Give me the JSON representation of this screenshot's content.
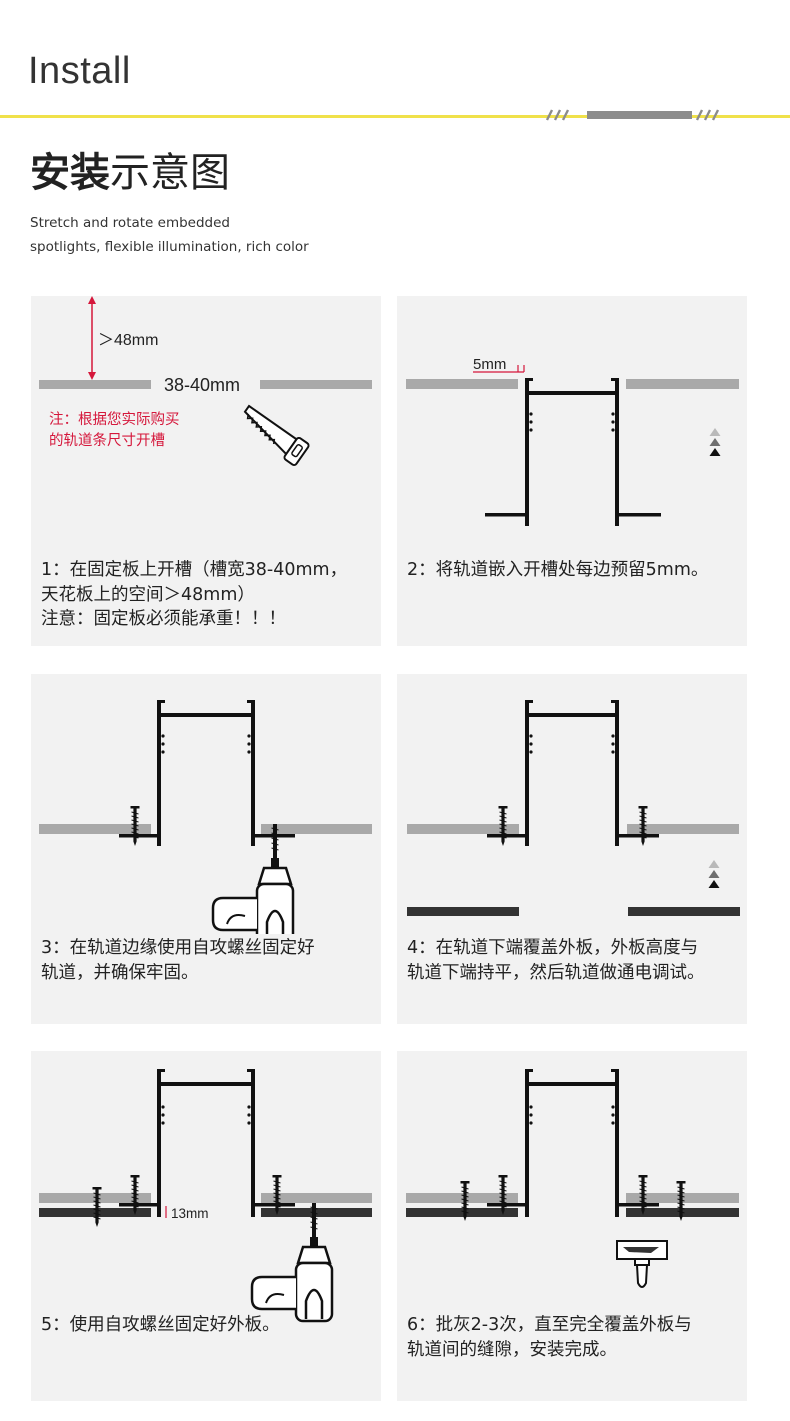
{
  "header": {
    "title_en": "Install",
    "title_cn_bold": "安装",
    "title_cn_light": "示意图",
    "subtitle_line1": "Stretch and rotate embedded",
    "subtitle_line2": "spotlights, flexible illumination, rich color"
  },
  "steps": [
    {
      "caption": [
        "1：在固定板上开槽（槽宽38-40mm，",
        "天花板上的空间＞48mm）",
        "注意：固定板必须能承重！！！"
      ],
      "labels": {
        "height": "＞48mm",
        "width": "38-40mm",
        "note_line1": "注：根据您实际购买",
        "note_line2": "的轨道条尺寸开槽"
      }
    },
    {
      "caption": [
        "2：将轨道嵌入开槽处每边预留5mm。"
      ],
      "labels": {
        "gap": "5mm"
      }
    },
    {
      "caption": [
        "3：在轨道边缘使用自攻螺丝固定好",
        "轨道，并确保牢固。"
      ]
    },
    {
      "caption": [
        "4：在轨道下端覆盖外板，外板高度与",
        "轨道下端持平，然后轨道做通电调试。"
      ]
    },
    {
      "caption": [
        "5：使用自攻螺丝固定好外板。"
      ],
      "labels": {
        "thickness": "13mm"
      }
    },
    {
      "caption": [
        "6：批灰2-3次，直至完全覆盖外板与",
        "轨道间的缝隙，安装完成。"
      ]
    }
  ],
  "colors": {
    "accent": "#f0e14a",
    "board": "#a9a9a9",
    "outer_board": "#333333",
    "track": "#111111",
    "note_red": "#d5173b",
    "panel_bg": "#f2f2f2"
  },
  "icons": [
    "saw-icon",
    "drill-icon",
    "spatula-icon",
    "screw-icon",
    "up-arrows-icon"
  ]
}
